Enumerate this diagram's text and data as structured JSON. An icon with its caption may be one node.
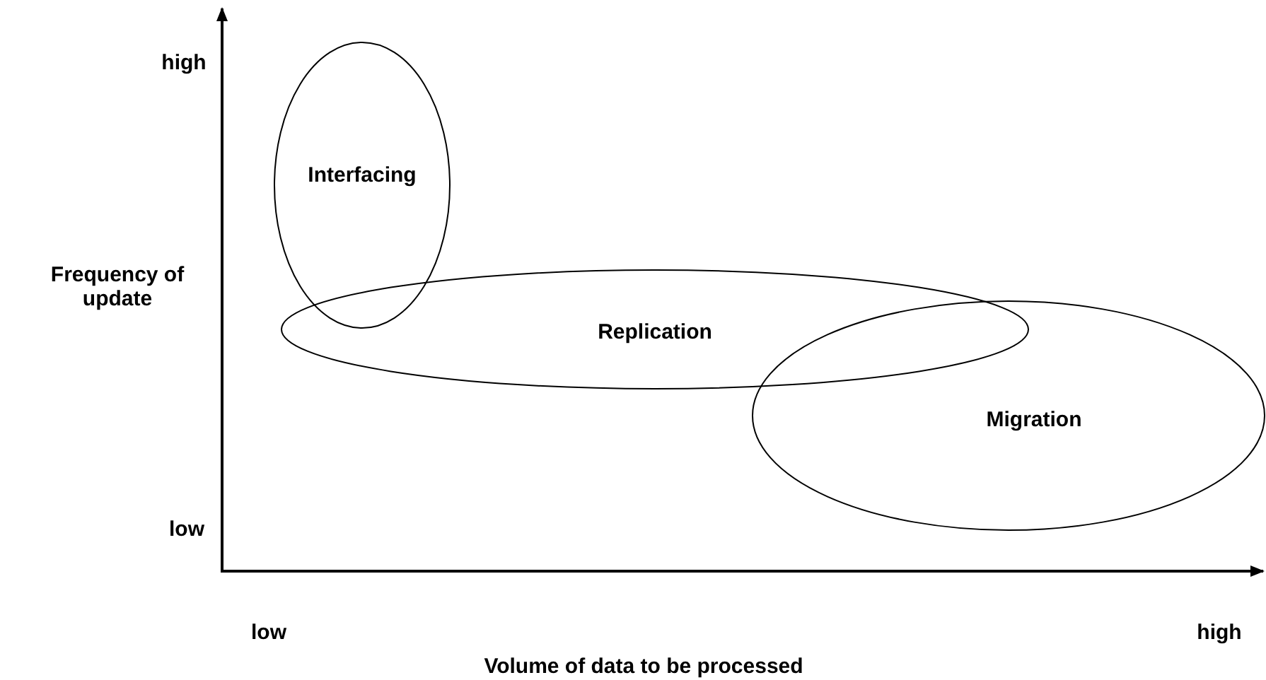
{
  "diagram": {
    "nodes": [
      {
        "text": [
          "Interfacing"
        ]
      },
      {
        "text": [
          "Replication"
        ]
      },
      {
        "text": [
          "Migration"
        ]
      }
    ],
    "edges": [],
    "labels": [
      "high",
      "Frequency of update",
      "low",
      "low",
      "high",
      "Volume of data to be processed"
    ]
  }
}
